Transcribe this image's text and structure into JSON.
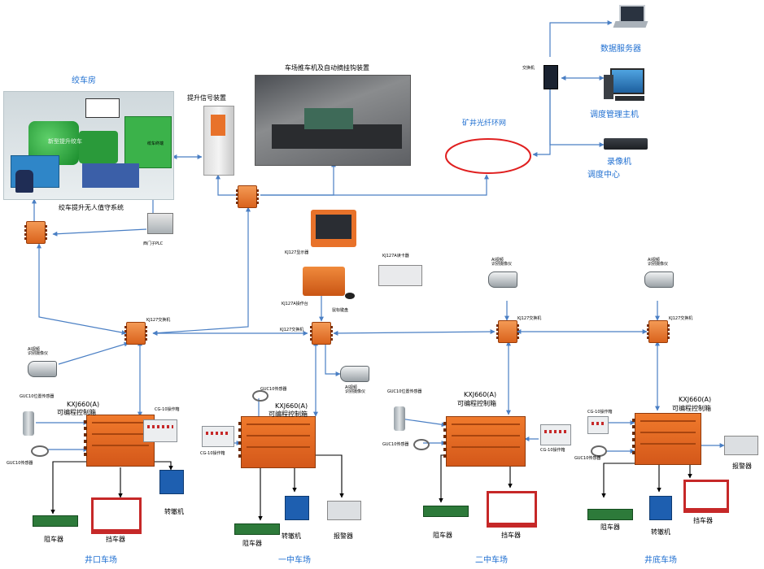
{
  "colors": {
    "line_blue": "#4a7fc4",
    "switch_orange": "#e8722a",
    "cabinet_orange": "#e06a1c",
    "ring_red": "#e02020",
    "label_blue": "#1f6fd1"
  },
  "top": {
    "winch_room": "绞车房",
    "winch_unattended": "绞车提升无人值守系统",
    "signal_device": "提升信号装置",
    "yard_device": "车场推车机及自动摘挂钩装置",
    "fiber_ring": "矿井光纤环网",
    "switch_small": "交换机",
    "data_server": "数据服务器",
    "dispatch_host": "调度管理主机",
    "recorder": "录像机",
    "dispatch_center": "调度中心",
    "plc_label": "西门子PLC",
    "winch_overlay": "新型提升绞车",
    "winch_small_label": "绞车终端"
  },
  "middle": {
    "kjz_display": "KJ127显示器",
    "kjd_box": "KJ127A操作台",
    "kjd_reader": "KJ127A读卡器",
    "mouse": "鼠标键盘",
    "switch_left": "KJ127交换机",
    "switch_center": "KJ127交换机",
    "switch_right1": "KJ127交换机",
    "switch_right2": "KJ127交换机",
    "camera": "AI视频\n识别摄像仪"
  },
  "stations": [
    {
      "id": "jingkou",
      "name": "井口车场",
      "cabinet_title": "KXJ660(A)",
      "cabinet_sub": "可编程控制箱",
      "sensor": "GUC10位置传感器",
      "sensor2": "GUC10传感器",
      "panel": "CG-10操作箱",
      "dev1": "阻车器",
      "dev2": "挡车器",
      "dev3": "转辙机"
    },
    {
      "id": "yizhong",
      "name": "一中车场",
      "cabinet_title": "KXJ660(A)",
      "cabinet_sub": "可编程控制箱",
      "sensor": "GUC10传感器",
      "panel": "CG-10操作箱",
      "dev1": "阻车器",
      "dev2": "转辙机",
      "dev3": "报警器"
    },
    {
      "id": "erzhong",
      "name": "二中车场",
      "cabinet_title": "KXJ660(A)",
      "cabinet_sub": "可编程控制箱",
      "sensor": "GUC10位置传感器",
      "sensor2": "GUC10传感器",
      "panel": "CG-10操作箱",
      "dev1": "阻车器",
      "dev2": "挡车器"
    },
    {
      "id": "jingdi",
      "name": "井底车场",
      "cabinet_title": "KXJ660(A)",
      "cabinet_sub": "可编程控制箱",
      "panel": "CG-10操作箱",
      "sensor2": "GUC10传感器",
      "dev1": "阻车器",
      "dev2": "转辙机",
      "dev3": "挡车器",
      "dev4": "报警器"
    }
  ]
}
